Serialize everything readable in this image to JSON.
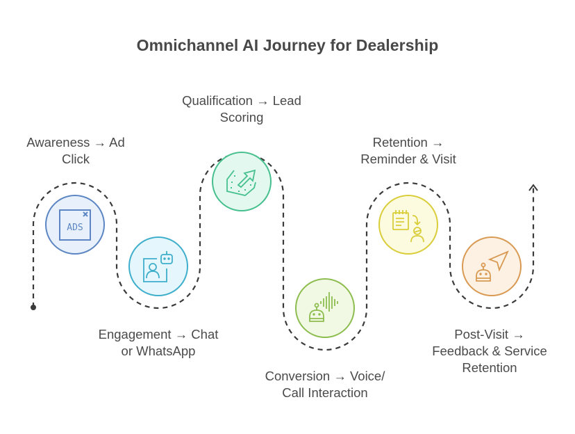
{
  "title": "Omnichannel AI Journey for Dealership",
  "steps": [
    {
      "line1": "Awareness → Ad",
      "line2": "Click",
      "icon": "ads-window-icon",
      "stroke": "#5b86c3",
      "fill": "#e8f0fb"
    },
    {
      "line1": "Engagement → Chat",
      "line2": "or WhatsApp",
      "icon": "chatbot-user-icon",
      "stroke": "#3eaecb",
      "fill": "#e5f7fc"
    },
    {
      "line1": "Qualification → Lead",
      "line2": "Scoring",
      "icon": "lead-score-tag-icon",
      "stroke": "#46c08e",
      "fill": "#e3f8ee"
    },
    {
      "line1": "Conversion → Voice/",
      "line2": "Call Interaction",
      "icon": "voice-bot-icon",
      "stroke": "#8dbd4e",
      "fill": "#f1f9e4"
    },
    {
      "line1": "Retention →",
      "line2": "Reminder & Visit",
      "icon": "reminder-visit-icon",
      "stroke": "#d9cd3a",
      "fill": "#fcfadf"
    },
    {
      "line1": "Post-Visit →",
      "line2": "Feedback & Service",
      "line3": "Retention",
      "icon": "bot-send-icon",
      "stroke": "#d89a52",
      "fill": "#fdf1e4"
    }
  ]
}
